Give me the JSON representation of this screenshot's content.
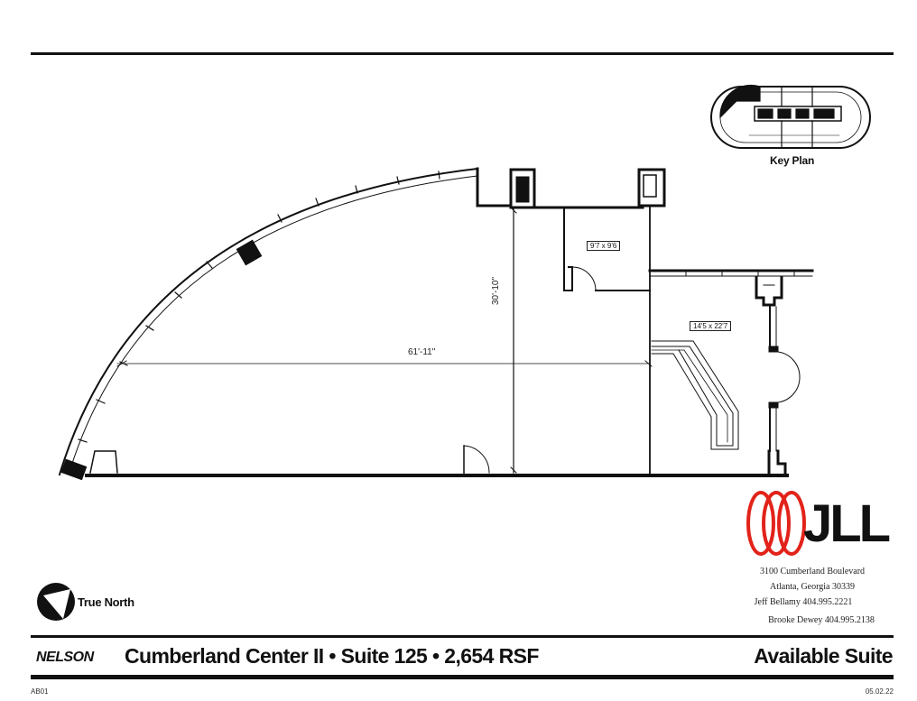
{
  "plan": {
    "dim_width": "61'-11\"",
    "dim_depth": "30'-10\"",
    "room_1": "9'7 x 9'6",
    "room_2": "14'5 x 22'7"
  },
  "key_plan_label": "Key Plan",
  "compass_label": "True North",
  "brand": {
    "logo_text": "JLL",
    "address_line1": "3100 Cumberland Boulevard",
    "address_line2": "Atlanta, Georgia 30339",
    "contact1": "Jeff Bellamy  404.995.2221",
    "contact2": "Brooke Dewey  404.995.2138",
    "accent_color": "#e2231a"
  },
  "footer": {
    "architect": "NELSON",
    "title": "Cumberland Center II • Suite 125  • 2,654 RSF",
    "status": "Available Suite",
    "code": "AB01",
    "date": "05.02.22"
  }
}
